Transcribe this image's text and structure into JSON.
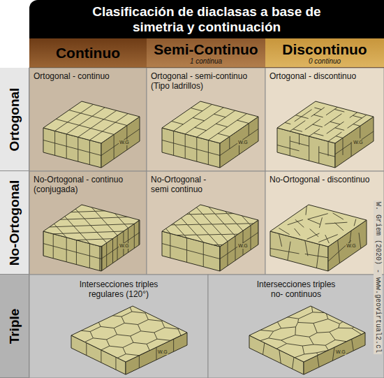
{
  "diagram": {
    "title": "Clasificación de diaclasas a base de simetria y continuación",
    "nodes": [
      {
        "text": [
          "Continuo"
        ]
      },
      {
        "text": [
          "Semi-Continuo",
          "1 continua"
        ]
      },
      {
        "text": [
          "Discontinuo",
          "0 continuo"
        ]
      },
      {
        "text": [
          "Ortogonal"
        ]
      },
      {
        "text": [
          "Ortogonal - continuo"
        ]
      },
      {
        "text": [
          "Ortogonal - semi-continuo (Tipo ladrillos)"
        ]
      },
      {
        "text": [
          "Ortogonal - discontinuo"
        ]
      },
      {
        "text": [
          "No-Ortogonal"
        ]
      },
      {
        "text": [
          "No-Ortogonal - continuo (conjugada)"
        ]
      },
      {
        "text": [
          "No-Ortogonal - semi continuo"
        ]
      },
      {
        "text": [
          "No-Ortogonal - discontinuo"
        ]
      },
      {
        "text": [
          "Triple"
        ]
      },
      {
        "text": [
          "Intersecciones triples regulares (120°)"
        ]
      },
      {
        "text": [
          "Intersecciones triples no- continuos"
        ]
      }
    ],
    "labels": [
      "W.G",
      "W.G",
      "W.G",
      "W.G",
      "W.G",
      "W.G",
      "W.G",
      "W.G",
      "W. Griem (2020) - www.geovirtual2.cl"
    ]
  }
}
